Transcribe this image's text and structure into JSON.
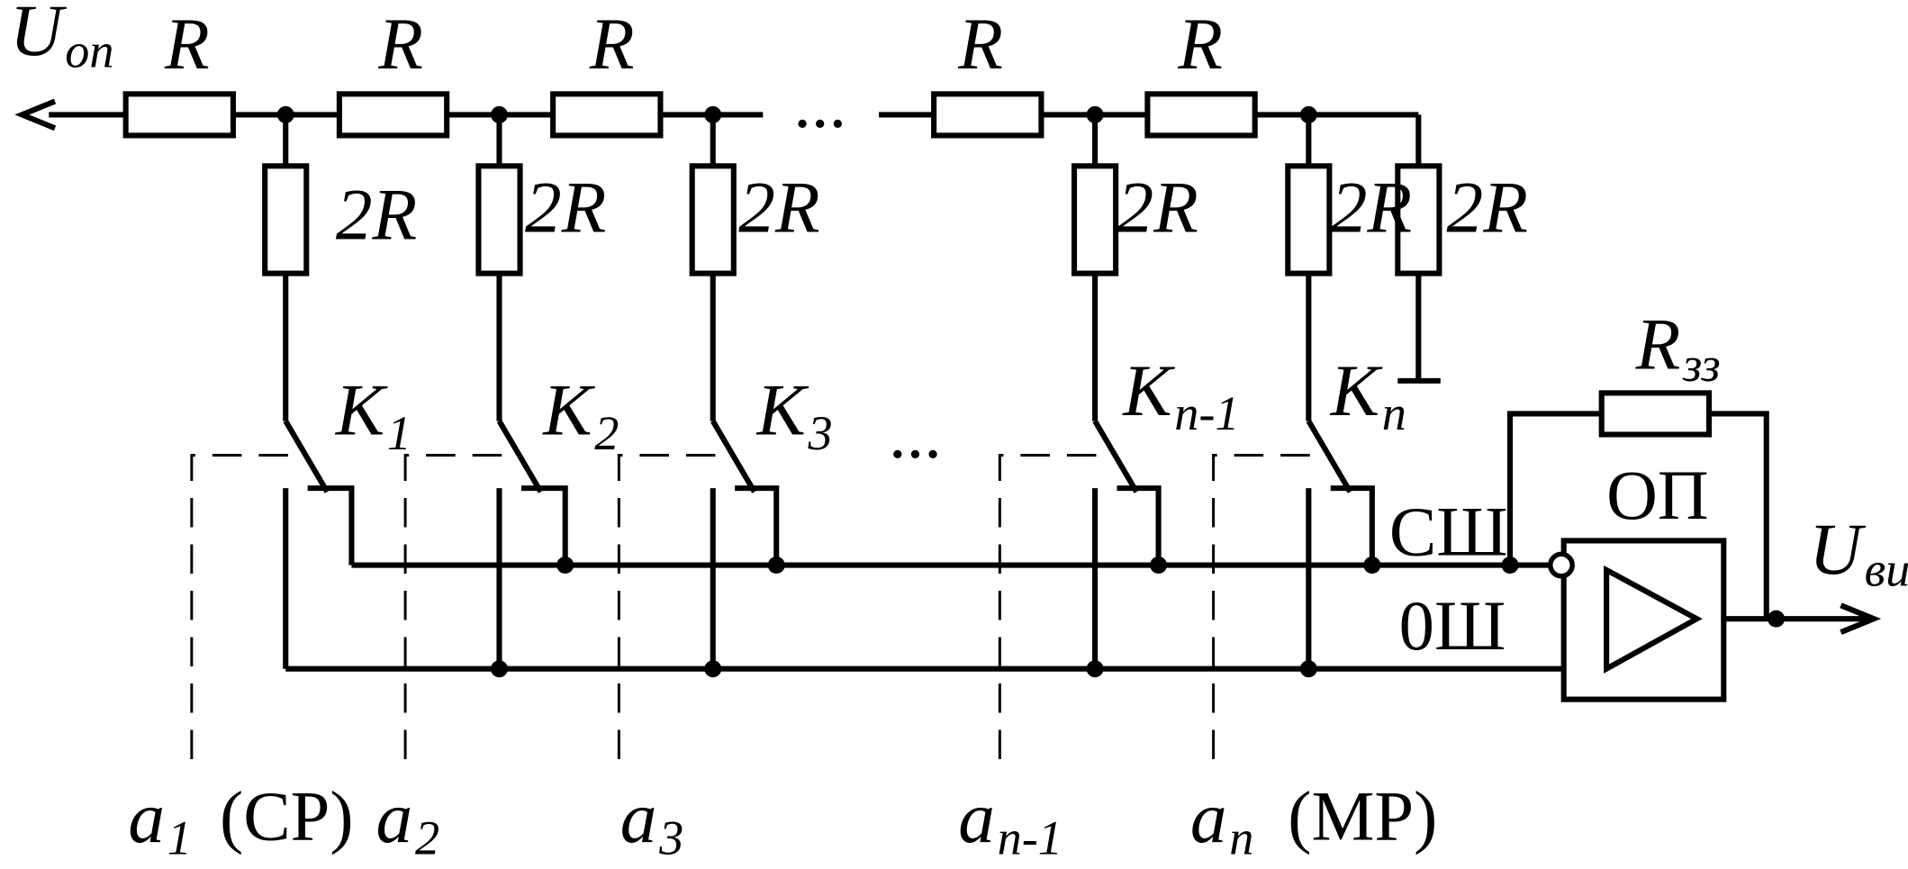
{
  "labels": {
    "u_ref_main": "U",
    "u_ref_sub": "оп",
    "u_out_main": "U",
    "u_out_sub": "вих",
    "r_series": "R",
    "r_shunt": "2R",
    "r_fb_main": "R",
    "r_fb_sub": "зз",
    "opamp": "ОП",
    "sum_bus": "СШ",
    "zero_bus": "0Ш",
    "ellipsis": "...",
    "msb": "(СР)",
    "lsb": "(МР)"
  },
  "switches": [
    {
      "main": "K",
      "sub": "1"
    },
    {
      "main": "K",
      "sub": "2"
    },
    {
      "main": "K",
      "sub": "3"
    },
    {
      "main": "K",
      "sub": "n-1"
    },
    {
      "main": "K",
      "sub": "n"
    }
  ],
  "bits": [
    {
      "main": "a",
      "sub": "1"
    },
    {
      "main": "a",
      "sub": "2"
    },
    {
      "main": "a",
      "sub": "3"
    },
    {
      "main": "a",
      "sub": "n-1"
    },
    {
      "main": "a",
      "sub": "n"
    }
  ]
}
